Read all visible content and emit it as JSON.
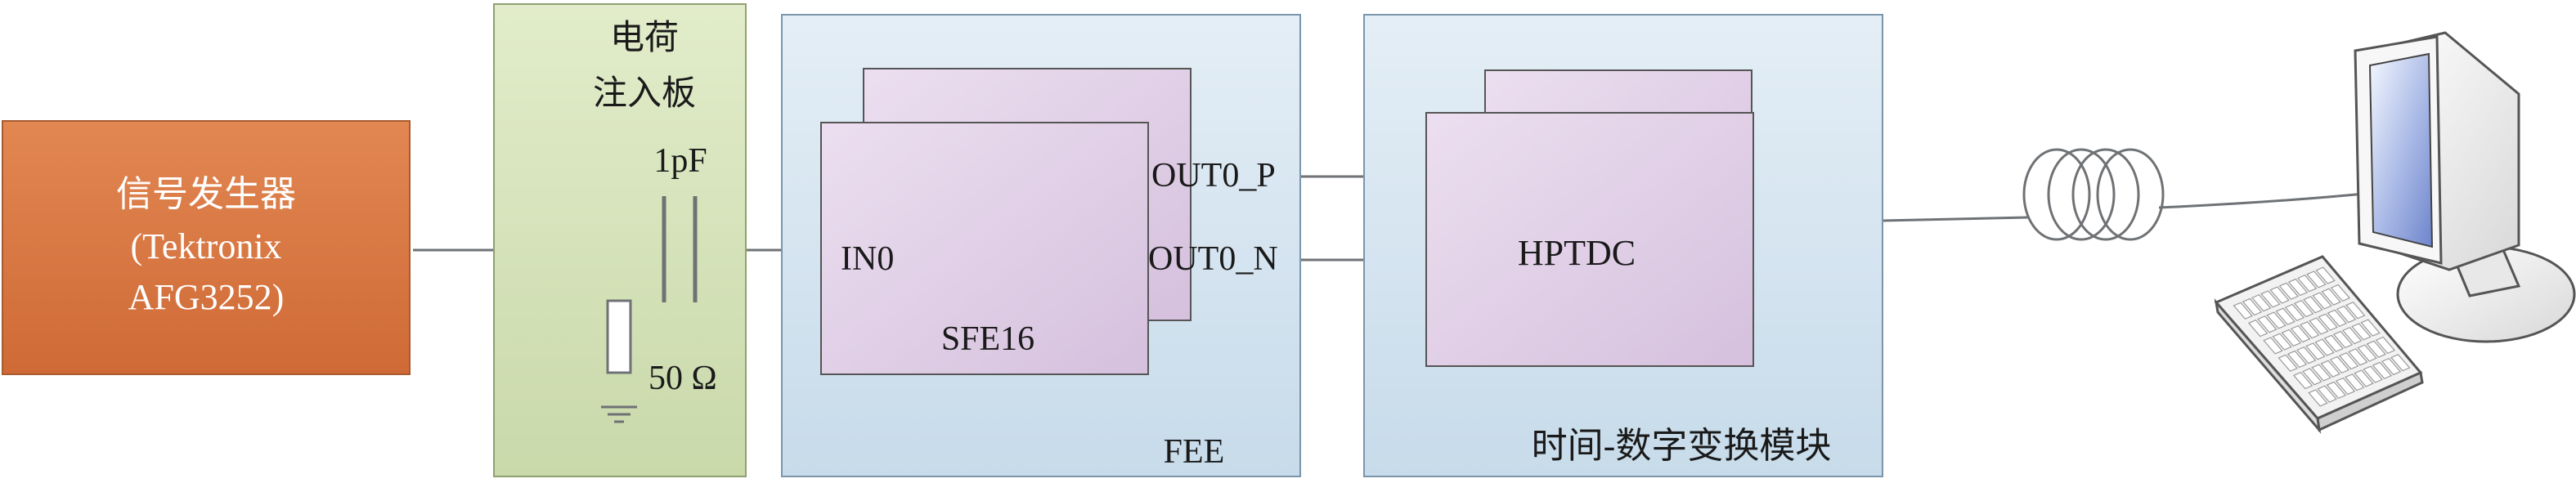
{
  "signal_generator": {
    "line1": "信号发生器",
    "line2": "(Tektronix",
    "line3": "AFG3252)"
  },
  "injection_board": {
    "title_line1": "电荷",
    "title_line2": "注入板",
    "capacitor": "1pF",
    "resistor": "50 Ω"
  },
  "fee": {
    "label": "FEE",
    "chip": "SFE16",
    "input": "IN0",
    "out_p": "OUT0_P",
    "out_n": "OUT0_N"
  },
  "tdc_module": {
    "label": "时间-数字变换模块",
    "chip": "HPTDC"
  },
  "colors": {
    "signal_generator": "#d9753f",
    "injection_board": "#d6e3bd",
    "module_fill": "#d8e6f0",
    "chip_fill": "#e4d4e8",
    "wire": "#6f7275"
  },
  "icons": [
    "fiber-coil-icon",
    "computer-monitor-icon",
    "keyboard-icon"
  ]
}
